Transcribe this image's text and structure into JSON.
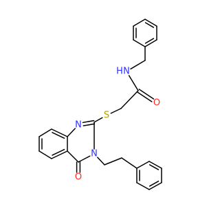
{
  "molecule": {
    "atoms": [
      {
        "id": "ph1_c1",
        "label": ""
      },
      {
        "id": "ph1_c2",
        "label": ""
      },
      {
        "id": "ph1_c3",
        "label": ""
      },
      {
        "id": "ph1_c4",
        "label": ""
      },
      {
        "id": "ph1_c5",
        "label": ""
      },
      {
        "id": "ph1_c6",
        "label": ""
      },
      {
        "id": "benzyl_ch2",
        "label": ""
      },
      {
        "id": "amide_n",
        "label": "N",
        "hydrogen_label": "H",
        "color": "#2f2fff"
      },
      {
        "id": "carbonyl_c",
        "label": ""
      },
      {
        "id": "carbonyl_o",
        "label": "O",
        "color": "#ff2a2a"
      },
      {
        "id": "ch2_s",
        "label": ""
      },
      {
        "id": "sulfur",
        "label": "S",
        "color": "#b3a100"
      },
      {
        "id": "quin_c2",
        "label": ""
      },
      {
        "id": "quin_n1",
        "label": "N",
        "color": "#2f2fff"
      },
      {
        "id": "quin_c8a",
        "label": ""
      },
      {
        "id": "quin_c8",
        "label": ""
      },
      {
        "id": "quin_c7",
        "label": ""
      },
      {
        "id": "quin_c6",
        "label": ""
      },
      {
        "id": "quin_c5",
        "label": ""
      },
      {
        "id": "quin_c4a",
        "label": ""
      },
      {
        "id": "quin_c4",
        "label": ""
      },
      {
        "id": "quin_o4",
        "label": "O",
        "color": "#ff2a2a"
      },
      {
        "id": "quin_n3",
        "label": "N",
        "color": "#2f2fff"
      },
      {
        "id": "ethyl_c1",
        "label": ""
      },
      {
        "id": "ethyl_c2",
        "label": ""
      },
      {
        "id": "ph2_c1",
        "label": ""
      },
      {
        "id": "ph2_c2",
        "label": ""
      },
      {
        "id": "ph2_c3",
        "label": ""
      },
      {
        "id": "ph2_c4",
        "label": ""
      },
      {
        "id": "ph2_c5",
        "label": ""
      },
      {
        "id": "ph2_c6",
        "label": ""
      }
    ],
    "bonds": [
      {
        "a": "ph1_c1",
        "b": "ph1_c2",
        "order": 2
      },
      {
        "a": "ph1_c2",
        "b": "ph1_c3",
        "order": 1
      },
      {
        "a": "ph1_c3",
        "b": "ph1_c4",
        "order": 2
      },
      {
        "a": "ph1_c4",
        "b": "ph1_c5",
        "order": 1
      },
      {
        "a": "ph1_c5",
        "b": "ph1_c6",
        "order": 2
      },
      {
        "a": "ph1_c6",
        "b": "ph1_c1",
        "order": 1
      },
      {
        "a": "ph1_c4",
        "b": "benzyl_ch2",
        "order": 1
      },
      {
        "a": "benzyl_ch2",
        "b": "amide_n",
        "order": 1
      },
      {
        "a": "amide_n",
        "b": "carbonyl_c",
        "order": 1
      },
      {
        "a": "carbonyl_c",
        "b": "carbonyl_o",
        "order": 2
      },
      {
        "a": "carbonyl_c",
        "b": "ch2_s",
        "order": 1
      },
      {
        "a": "ch2_s",
        "b": "sulfur",
        "order": 1
      },
      {
        "a": "sulfur",
        "b": "quin_c2",
        "order": 1
      },
      {
        "a": "quin_c2",
        "b": "quin_n1",
        "order": 2
      },
      {
        "a": "quin_n1",
        "b": "quin_c8a",
        "order": 1
      },
      {
        "a": "quin_c8a",
        "b": "quin_c8",
        "order": 2
      },
      {
        "a": "quin_c8",
        "b": "quin_c7",
        "order": 1
      },
      {
        "a": "quin_c7",
        "b": "quin_c6",
        "order": 2
      },
      {
        "a": "quin_c6",
        "b": "quin_c5",
        "order": 1
      },
      {
        "a": "quin_c5",
        "b": "quin_c4a",
        "order": 2
      },
      {
        "a": "quin_c4a",
        "b": "quin_c8a",
        "order": 1
      },
      {
        "a": "quin_c4a",
        "b": "quin_c4",
        "order": 1
      },
      {
        "a": "quin_c4",
        "b": "quin_o4",
        "order": 2
      },
      {
        "a": "quin_c4",
        "b": "quin_n3",
        "order": 1
      },
      {
        "a": "quin_n3",
        "b": "quin_c2",
        "order": 1
      },
      {
        "a": "quin_n3",
        "b": "ethyl_c1",
        "order": 1
      },
      {
        "a": "ethyl_c1",
        "b": "ethyl_c2",
        "order": 1
      },
      {
        "a": "ethyl_c2",
        "b": "ph2_c1",
        "order": 1
      },
      {
        "a": "ph2_c1",
        "b": "ph2_c2",
        "order": 2
      },
      {
        "a": "ph2_c2",
        "b": "ph2_c3",
        "order": 1
      },
      {
        "a": "ph2_c3",
        "b": "ph2_c4",
        "order": 2
      },
      {
        "a": "ph2_c4",
        "b": "ph2_c5",
        "order": 1
      },
      {
        "a": "ph2_c5",
        "b": "ph2_c6",
        "order": 2
      },
      {
        "a": "ph2_c6",
        "b": "ph2_c1",
        "order": 1
      }
    ]
  }
}
